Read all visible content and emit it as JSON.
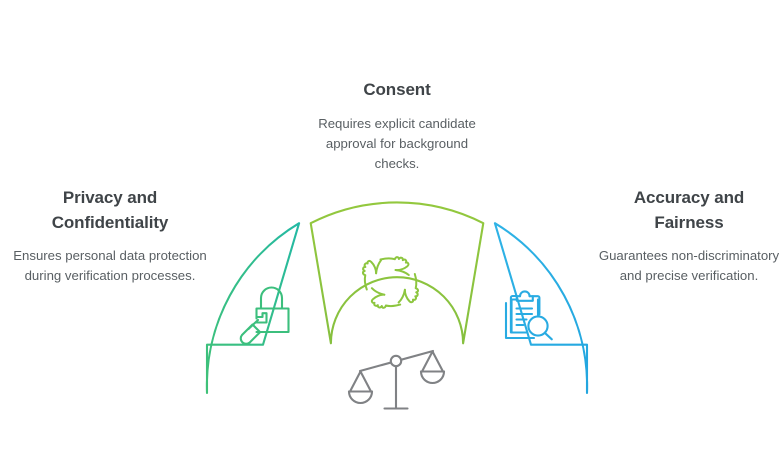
{
  "page": {
    "background_color": "#ffffff",
    "layout": "three-segment semicircular fan diagram with flanking text callouts",
    "diagram_type": "semicircle-fan"
  },
  "palette": {
    "heading_text": "#3f4448",
    "body_text": "#595f63",
    "segment_left_green": "#3cbf7d",
    "segment_left_green_top": "#2ab9a0",
    "segment_center_olive": "#8dc63f",
    "segment_right_blue": "#29abe2",
    "scales_gray": "#808285"
  },
  "blocks": {
    "consent": {
      "heading": "Consent",
      "body": "Requires explicit candidate approval for background checks.",
      "position": "top-center",
      "segment_color": "#8dc63f",
      "icon": "interlocking-hands-pinwheel-icon"
    },
    "privacy": {
      "heading": "Privacy and Confidentiality",
      "body": "Ensures personal data protection during verification processes.",
      "position": "left",
      "segment_color": "#3cbf7d",
      "icon": "padlock-with-key-icon"
    },
    "accuracy": {
      "heading": "Accuracy and Fairness",
      "body": "Guarantees non-discriminatory and precise verification.",
      "position": "right",
      "segment_color": "#29abe2",
      "icon": "clipboard-magnifier-icon"
    }
  },
  "center_emblem": {
    "icon": "balance-scales-icon",
    "color": "#808285",
    "label": ""
  }
}
